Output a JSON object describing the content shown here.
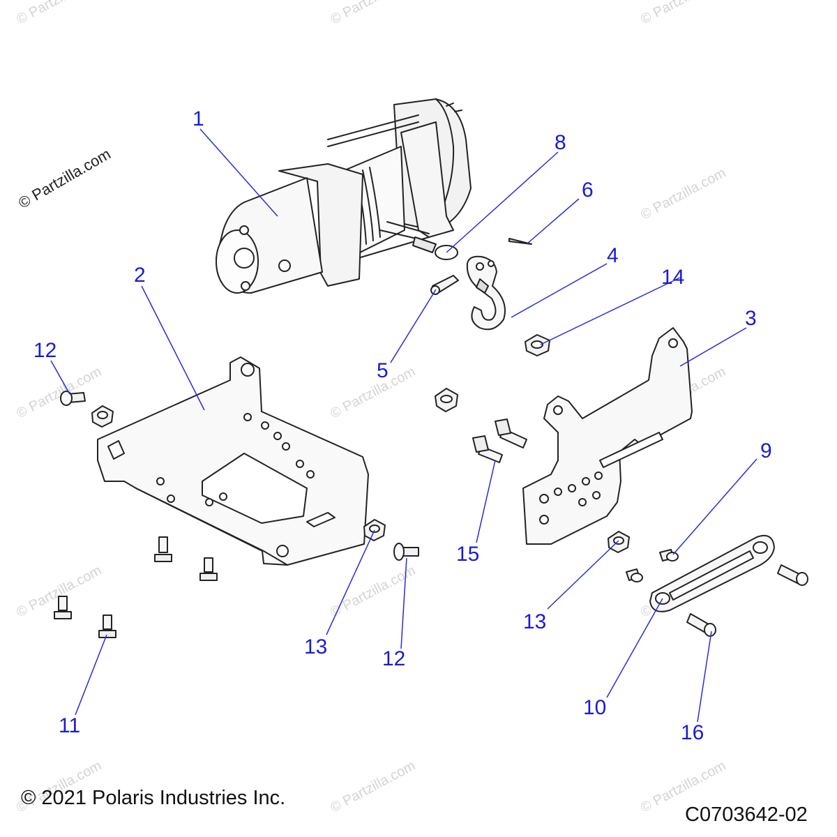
{
  "watermark": {
    "primary": "© Partzilla.com",
    "faint": "© Partzilla.com"
  },
  "callouts": {
    "c1": "1",
    "c2": "2",
    "c3": "3",
    "c4": "4",
    "c5": "5",
    "c6": "6",
    "c8": "8",
    "c9": "9",
    "c10": "10",
    "c11": "11",
    "c12a": "12",
    "c12b": "12",
    "c13a": "13",
    "c13b": "13",
    "c14": "14",
    "c15": "15",
    "c16": "16"
  },
  "footer": {
    "copyright": "© 2021 Polaris Industries Inc.",
    "diagram_code": "C0703642-02"
  },
  "colors": {
    "callout": "#1a1ad6",
    "leader": "#2a2ad8",
    "outline": "#222222",
    "watermark": "#d4d4d4"
  }
}
